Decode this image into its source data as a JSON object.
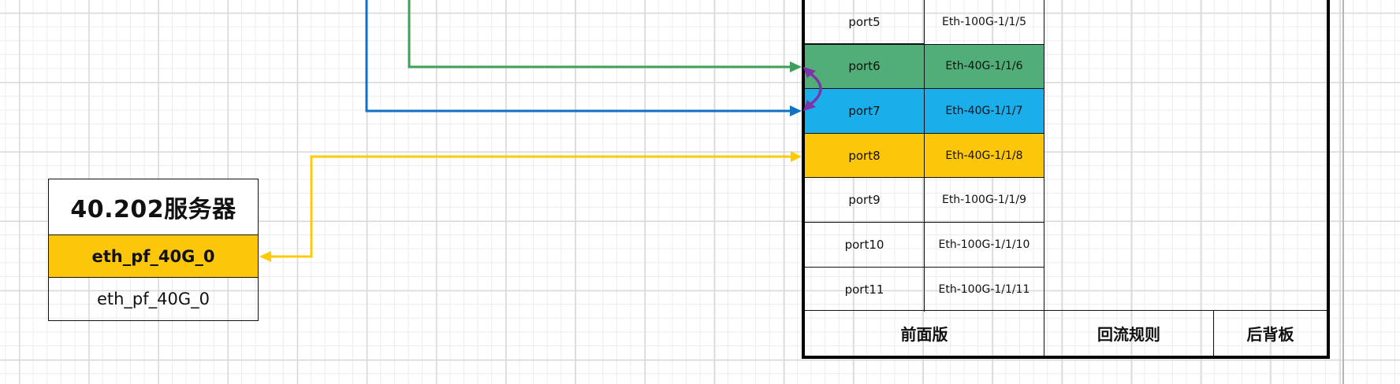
{
  "colors": {
    "green_fill": "#52AE78",
    "blue_fill": "#1AAEEB",
    "yellow_fill": "#FCC70A",
    "green_line": "#3FA05A",
    "blue_line": "#1171C5",
    "yellow_line": "#FDCB00",
    "purple_arrow": "#7B35A8"
  },
  "server": {
    "title": "40.202服务器",
    "interfaces": [
      {
        "label": "eth_pf_40G_0",
        "highlight": "yellow"
      },
      {
        "label": "eth_pf_40G_0",
        "highlight": null
      }
    ]
  },
  "switch": {
    "ports": [
      {
        "port": "port5",
        "interface": "Eth-100G-1/1/5",
        "highlight": null
      },
      {
        "port": "port6",
        "interface": "Eth-40G-1/1/6",
        "highlight": "green"
      },
      {
        "port": "port7",
        "interface": "Eth-40G-1/1/7",
        "highlight": "blue"
      },
      {
        "port": "port8",
        "interface": "Eth-40G-1/1/8",
        "highlight": "yellow"
      },
      {
        "port": "port9",
        "interface": "Eth-100G-1/1/9",
        "highlight": null
      },
      {
        "port": "port10",
        "interface": "Eth-100G-1/1/10",
        "highlight": null
      },
      {
        "port": "port11",
        "interface": "Eth-100G-1/1/11",
        "highlight": null
      }
    ],
    "footer": {
      "front_panel": "前面版",
      "loopback_rules": "回流规则",
      "back_panel": "后背板"
    }
  },
  "connections": [
    {
      "from": "offscreen-top",
      "to": "port6",
      "color": "green"
    },
    {
      "from": "offscreen-top",
      "to": "port7",
      "color": "blue"
    },
    {
      "from": "port8",
      "to": "server.eth_pf_40G_0",
      "color": "yellow"
    },
    {
      "from": "port6",
      "to": "port7",
      "color": "purple",
      "type": "bidirectional-loopback"
    }
  ]
}
